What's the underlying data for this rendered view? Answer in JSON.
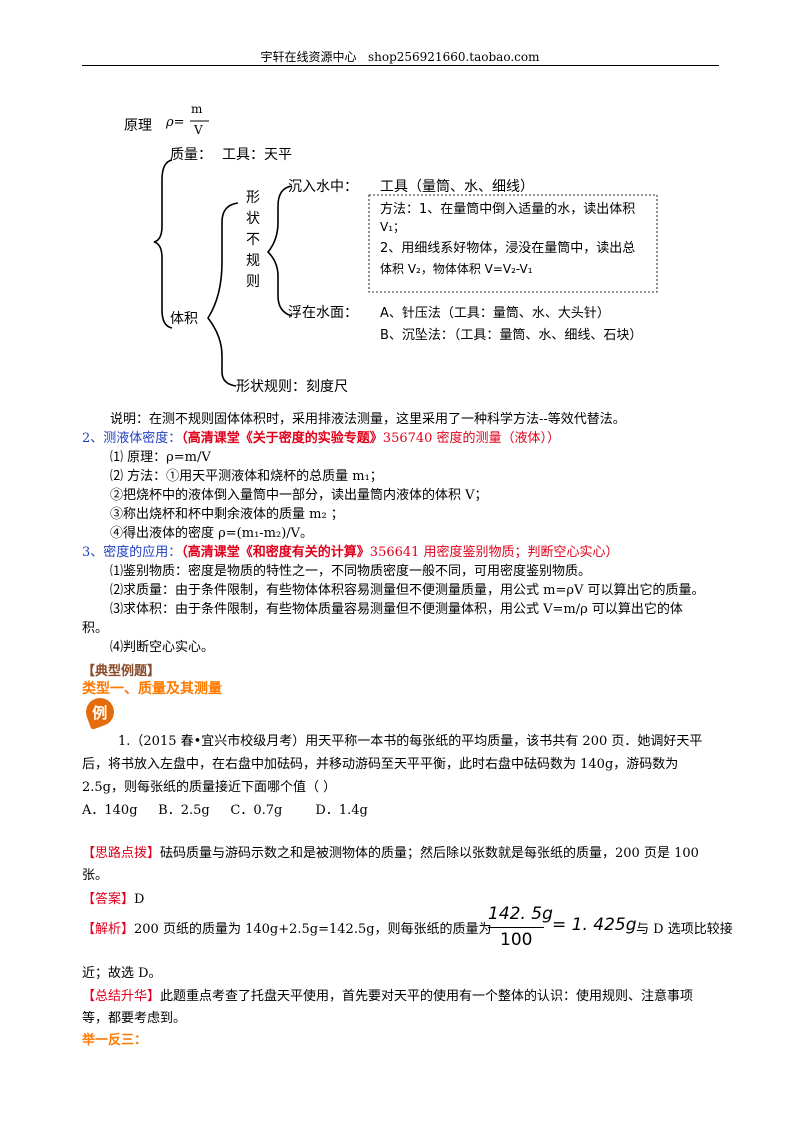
{
  "header": {
    "shop_name": "宇轩在线资源中心",
    "shop_url": "shop256921660.taobao.com"
  },
  "diagram": {
    "principle_label": "原理",
    "formula_rho": "ρ=",
    "formula_num": "m",
    "formula_den": "V",
    "mass_label": "质量：",
    "mass_tool": "工具：天平",
    "volume_label": "体积",
    "irregular_chars": [
      "形",
      "状",
      "不",
      "规",
      "则"
    ],
    "sink_label": "沉入水中：",
    "sink_tool": "工具（量筒、水、细线）",
    "method_line1": "方法：1、在量筒中倒入适量的水，读出体积",
    "method_line2": "V₁；",
    "method_line3": "2、用细线系好物体，浸没在量筒中，读出总",
    "method_line4": "体积 V₂，物体体积 V=V₂-V₁",
    "float_label": "浮在水面：",
    "float_a": "A、针压法（工具：量筒、水、大头针）",
    "float_b": "B、沉坠法：（工具：量筒、水、细线、石块）",
    "regular_label": "形状规则：刻度尺"
  },
  "body": {
    "note": "说明：在测不规则固体体积时，采用排液法测量，这里采用了一种科学方法--等效代替法。",
    "s2_num": "2、测液体密度：",
    "s2_link": "（高清课堂《关于密度的实验专题》",
    "s2_link2": "356740 密度的测量（液体））",
    "s2_l1": "⑴ 原理：ρ=m/V",
    "s2_l2": "⑵ 方法：①用天平测液体和烧杯的总质量 m₁；",
    "s2_l3": "②把烧杯中的液体倒入量筒中一部分，读出量筒内液体的体积 V；",
    "s2_l4": "③称出烧杯和杯中剩余液体的质量 m₂ ；",
    "s2_l5": "④得出液体的密度 ρ=(m₁-m₂)/V。",
    "s3_num": "3、密度的应用：",
    "s3_link": "（高清课堂《和密度有关的计算》",
    "s3_link2": "356641 用密度鉴别物质；判断空心实心）",
    "s3_l1": "⑴鉴别物质：密度是物质的特性之一，不同物质密度一般不同，可用密度鉴别物质。",
    "s3_l2": "⑵求质量：由于条件限制，有些物体体积容易测量但不便测量质量，用公式 m=ρV 可以算出它的质量。",
    "s3_l3a": "⑶求体积：由于条件限制，有些物体质量容易测量但不便测量体积，用公式 V=m/ρ 可以算出它的体",
    "s3_l3b": "积。",
    "s3_l4": "⑷判断空心实心。",
    "typical": "【典型例题】",
    "type1": "类型一、质量及其测量",
    "example_badge": "例",
    "q1_a": "1.（2015 春•宜兴市校级月考）用天平称一本书的每张纸的平均质量，该书共有 200 页．她调好天平",
    "q1_b": "后，将书放入左盘中，在右盘中加砝码，并移动游码至天平平衡，此时右盘中砝码数为 140g，游码数为",
    "q1_c": "2.5g，则每张纸的质量接近下面哪个值（      ）",
    "q1_opts": "A．140g     B．2.5g     C．0.7g        D．1.4g",
    "hint_tag": "【思路点拨】",
    "hint_a": "砝码质量与游码示数之和是被测物体的质量；然后除以张数就是每张纸的质量，200 页是 100",
    "hint_b": "张。",
    "ans_tag": "【答案】",
    "ans": "D",
    "ana_tag": "【解析】",
    "ana_a": "200 页纸的质量为 140g+2.5g=142.5g，则每张纸的质量为",
    "frac_num": "142. 5g",
    "frac_den": "100",
    "frac_res": "= 1. 425g",
    "ana_tail": "与 D 选项比较接",
    "ana_b": "近；故选 D。",
    "sum_tag": "【总结升华】",
    "sum_a": "此题重点考查了托盘天平使用，首先要对天平的使用有一个整体的认识：使用规则、注意事项",
    "sum_b": "等，都要考虑到。",
    "practice": "举一反三："
  }
}
